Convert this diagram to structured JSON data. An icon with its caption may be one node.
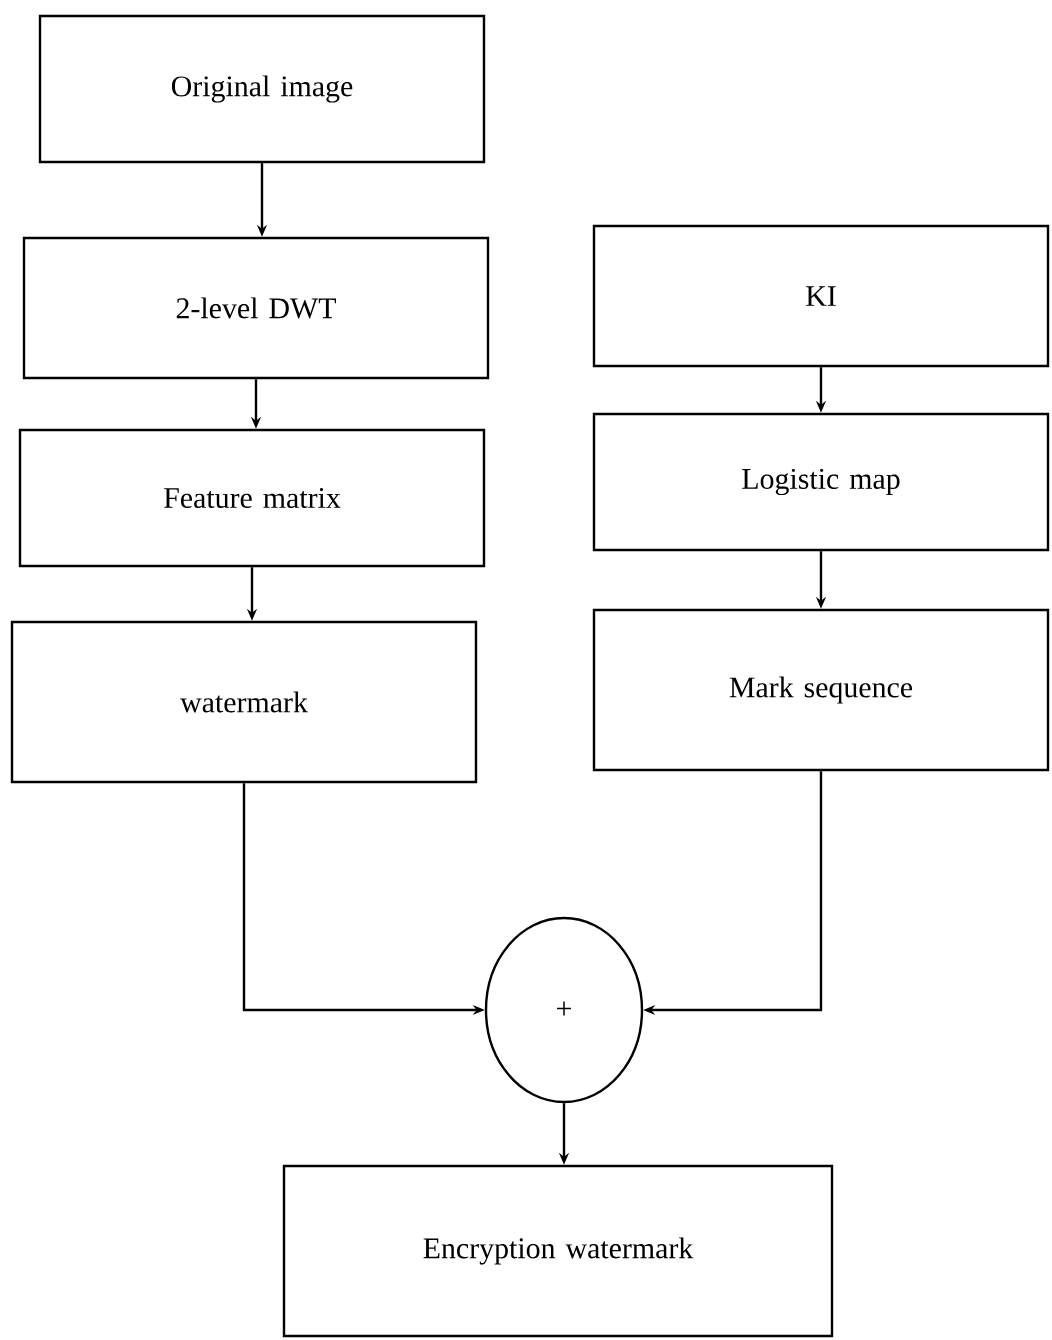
{
  "diagram": {
    "nodes": [
      {
        "text": [
          "Original image"
        ]
      },
      {
        "text": [
          "2-level DWT"
        ]
      },
      {
        "text": [
          "Feature matrix"
        ]
      },
      {
        "text": [
          "watermark"
        ]
      },
      {
        "text": [
          "KI"
        ]
      },
      {
        "text": [
          "Logistic map"
        ]
      },
      {
        "text": [
          "Mark sequence"
        ]
      },
      {
        "text": [
          "+"
        ]
      },
      {
        "text": [
          "Encryption watermark"
        ]
      }
    ],
    "edges": [
      {
        "from": 0,
        "to": 1,
        "arrow": "to"
      },
      {
        "from": 1,
        "to": 2,
        "arrow": "to"
      },
      {
        "from": 2,
        "to": 3,
        "arrow": "to"
      },
      {
        "from": 4,
        "to": 5,
        "arrow": "to"
      },
      {
        "from": 5,
        "to": 6,
        "arrow": "to"
      },
      {
        "from": 3,
        "to": 7,
        "arrow": "to"
      },
      {
        "from": 6,
        "to": 7,
        "arrow": "to"
      },
      {
        "from": 7,
        "to": 8,
        "arrow": "to"
      }
    ]
  }
}
